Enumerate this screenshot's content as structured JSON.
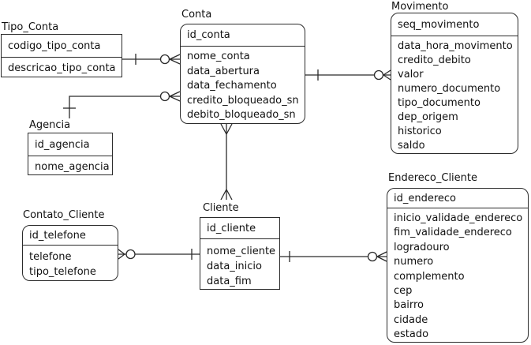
{
  "diagram": {
    "type": "entity-relationship-diagram",
    "notation": "crow-foot (IE)",
    "colors": {
      "line": "#2b2b2b",
      "text": "#111111",
      "background": "#ffffff"
    }
  },
  "entities": {
    "tipo_conta": {
      "title": "Tipo_Conta",
      "pk": "codigo_tipo_conta",
      "attrs": [
        "descricao_tipo_conta"
      ]
    },
    "conta": {
      "title": "Conta",
      "pk": "id_conta",
      "attrs": [
        "nome_conta",
        "data_abertura",
        "data_fechamento",
        "credito_bloqueado_sn",
        "debito_bloqueado_sn"
      ]
    },
    "movimento": {
      "title": "Movimento",
      "pk": "seq_movimento",
      "attrs": [
        "data_hora_movimento",
        "credito_debito",
        "valor",
        "numero_documento",
        "tipo_documento",
        "dep_origem",
        "historico",
        "saldo"
      ]
    },
    "agencia": {
      "title": "Agencia",
      "pk": "id_agencia",
      "attrs": [
        "nome_agencia"
      ]
    },
    "contato_cliente": {
      "title": "Contato_Cliente",
      "pk": "id_telefone",
      "attrs": [
        "telefone",
        "tipo_telefone"
      ]
    },
    "cliente": {
      "title": "Cliente",
      "pk": "id_cliente",
      "attrs": [
        "nome_cliente",
        "data_inicio",
        "data_fim"
      ]
    },
    "endereco_cliente": {
      "title": "Endereco_Cliente",
      "pk": "id_endereco",
      "attrs": [
        "inicio_validade_endereco",
        "fim_validade_endereco",
        "logradouro",
        "numero",
        "complemento",
        "cep",
        "bairro",
        "cidade",
        "estado"
      ]
    }
  },
  "relationships": [
    {
      "from": "Tipo_Conta",
      "to": "Conta",
      "from_cardinality": "one",
      "to_cardinality": "zero-or-many"
    },
    {
      "from": "Agencia",
      "to": "Conta",
      "from_cardinality": "one",
      "to_cardinality": "zero-or-many"
    },
    {
      "from": "Conta",
      "to": "Movimento",
      "from_cardinality": "one",
      "to_cardinality": "zero-or-many"
    },
    {
      "from": "Conta",
      "to": "Cliente",
      "from_cardinality": "many",
      "to_cardinality": "many"
    },
    {
      "from": "Cliente",
      "to": "Contato_Cliente",
      "from_cardinality": "one",
      "to_cardinality": "zero-or-many"
    },
    {
      "from": "Cliente",
      "to": "Endereco_Cliente",
      "from_cardinality": "one",
      "to_cardinality": "zero-or-many"
    }
  ]
}
